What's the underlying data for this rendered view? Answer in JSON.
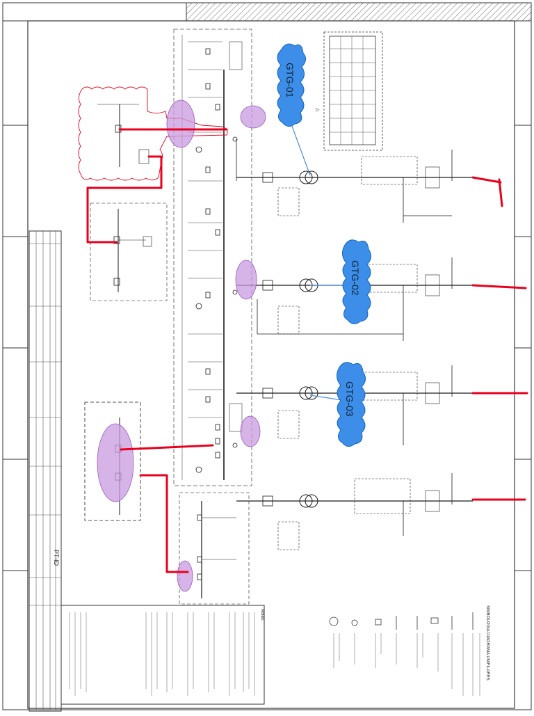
{
  "title_block": {
    "label_pt": "PT-ID"
  },
  "generators": [
    {
      "id": "gtg01",
      "label": "GTG-01"
    },
    {
      "id": "gtg02",
      "label": "GTG-02"
    },
    {
      "id": "gtg03",
      "label": "GTG-03"
    }
  ],
  "notes_header": "Notas:",
  "legend_header": "SIMBOLOGIA DIAGRAMA UNIFILARES",
  "colors": {
    "line": "#1a1a1a",
    "highlight_line": "#e8001c",
    "cloud_fill": "#3c8ee8",
    "cloud_stroke": "#1565c0",
    "bubble_fill": "#c99be0",
    "bubble_stroke": "#9a5bbf",
    "rev_cloud": "#e8001c"
  }
}
